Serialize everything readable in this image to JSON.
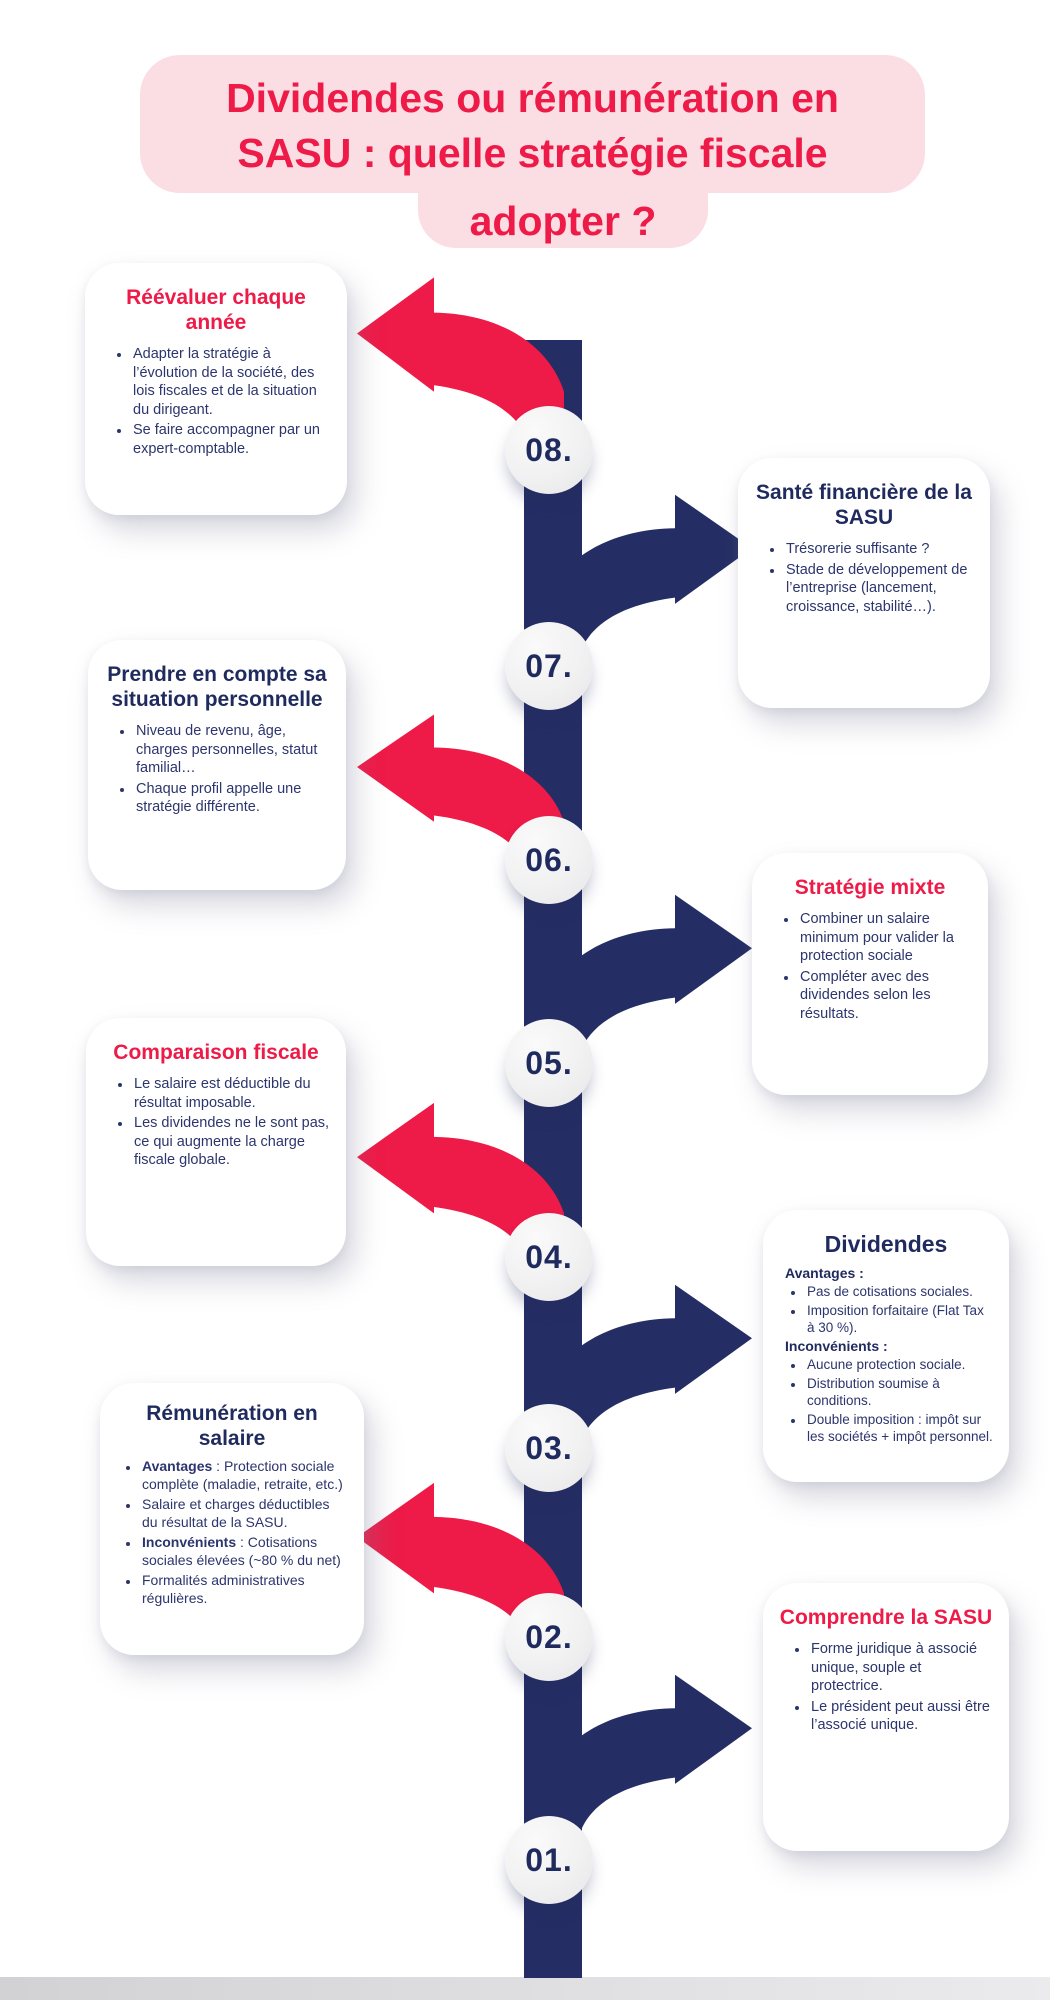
{
  "title": {
    "line1": "Dividendes ou rémunération en",
    "line2": "SASU : quelle stratégie fiscale",
    "line3": "adopter ?"
  },
  "colors": {
    "red": "#ee1a47",
    "navy": "#252e64",
    "title_navy": "#1f2a5e",
    "pink": "#fbdde4",
    "card_bg": "#ffffff",
    "circle_bg": "#f2f2f3",
    "footer_gray": "#d9d9db"
  },
  "steps": [
    {
      "number": "08.",
      "side": "left",
      "title": "Réévaluer chaque année",
      "title_color": "#ee1a47",
      "bullets": [
        "Adapter la stratégie à l’évolution de la société, des lois fiscales et de la situation du dirigeant.",
        "Se faire accompagner par un expert-comptable."
      ]
    },
    {
      "number": "07.",
      "side": "right",
      "title": "Santé financière de la SASU",
      "title_color": "#1f2a5e",
      "bullets": [
        "Trésorerie suffisante ?",
        "Stade de développement de l’entreprise (lancement, croissance, stabilité…)."
      ]
    },
    {
      "number": "06.",
      "side": "left",
      "title": "Prendre en compte sa situation personnelle",
      "title_color": "#1f2a5e",
      "bullets": [
        "Niveau de revenu, âge, charges personnelles, statut familial…",
        "Chaque profil appelle une stratégie différente."
      ]
    },
    {
      "number": "05.",
      "side": "right",
      "title": "Stratégie mixte",
      "title_color": "#ee1a47",
      "bullets": [
        "Combiner un salaire minimum pour valider la protection sociale",
        "Compléter avec des dividendes selon les résultats."
      ]
    },
    {
      "number": "04.",
      "side": "left",
      "title": "Comparaison fiscale",
      "title_color": "#ee1a47",
      "bullets": [
        "Le salaire est déductible du résultat imposable.",
        "Les dividendes ne le sont pas, ce qui augmente la charge fiscale globale."
      ]
    },
    {
      "number": "03.",
      "side": "right",
      "title": "Dividendes",
      "title_color": "#1f2a5e",
      "sections": [
        {
          "label": "Avantages :",
          "bullets": [
            "Pas de cotisations sociales.",
            "Imposition forfaitaire (Flat Tax à 30 %)."
          ]
        },
        {
          "label": "Inconvénients :",
          "bullets": [
            "Aucune protection sociale.",
            "Distribution soumise à conditions.",
            "Double imposition : impôt sur les sociétés + impôt personnel."
          ]
        }
      ]
    },
    {
      "number": "02.",
      "side": "left",
      "title": "Rémunération en salaire",
      "title_color": "#1f2a5e",
      "bullets_rich": [
        {
          "lead": "Avantages",
          "rest": " : Protection sociale complète (maladie, retraite, etc.)"
        },
        {
          "lead": "",
          "rest": "Salaire et charges déductibles du résultat de la SASU."
        },
        {
          "lead": "Inconvénients",
          "rest": " : Cotisations sociales élevées (~80 % du net)"
        },
        {
          "lead": "",
          "rest": "Formalités administratives régulières."
        }
      ]
    },
    {
      "number": "01.",
      "side": "right",
      "title": "Comprendre la SASU",
      "title_color": "#ee1a47",
      "bullets": [
        "Forme juridique à associé unique, souple et protectrice.",
        "Le président peut aussi être l’associé unique."
      ]
    }
  ]
}
